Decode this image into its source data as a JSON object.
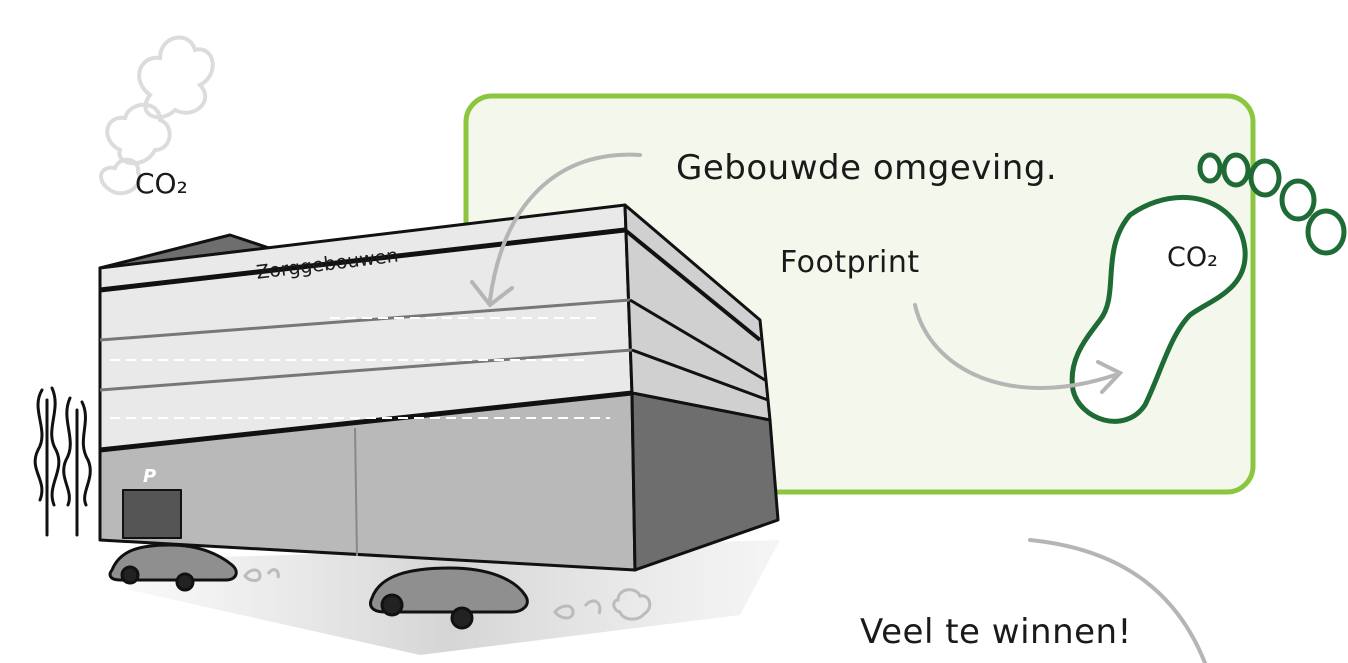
{
  "labels": {
    "title": "Gebouwde omgeving.",
    "footprint": "Footprint",
    "co2_foot": "CO₂",
    "co2_smoke": "CO₂",
    "building_sign": "Zorggebouwen",
    "parking": "P",
    "win": "Veel te winnen!"
  },
  "colors": {
    "panel_border": "#8cc63f",
    "panel_fill": "#f4f8ec",
    "footprint_green": "#1f6b35",
    "building_light": "#e9e9e9",
    "building_mid": "#b9b9b9",
    "building_dark": "#6e6e6e",
    "arrow_gray": "#b5b5b5"
  }
}
